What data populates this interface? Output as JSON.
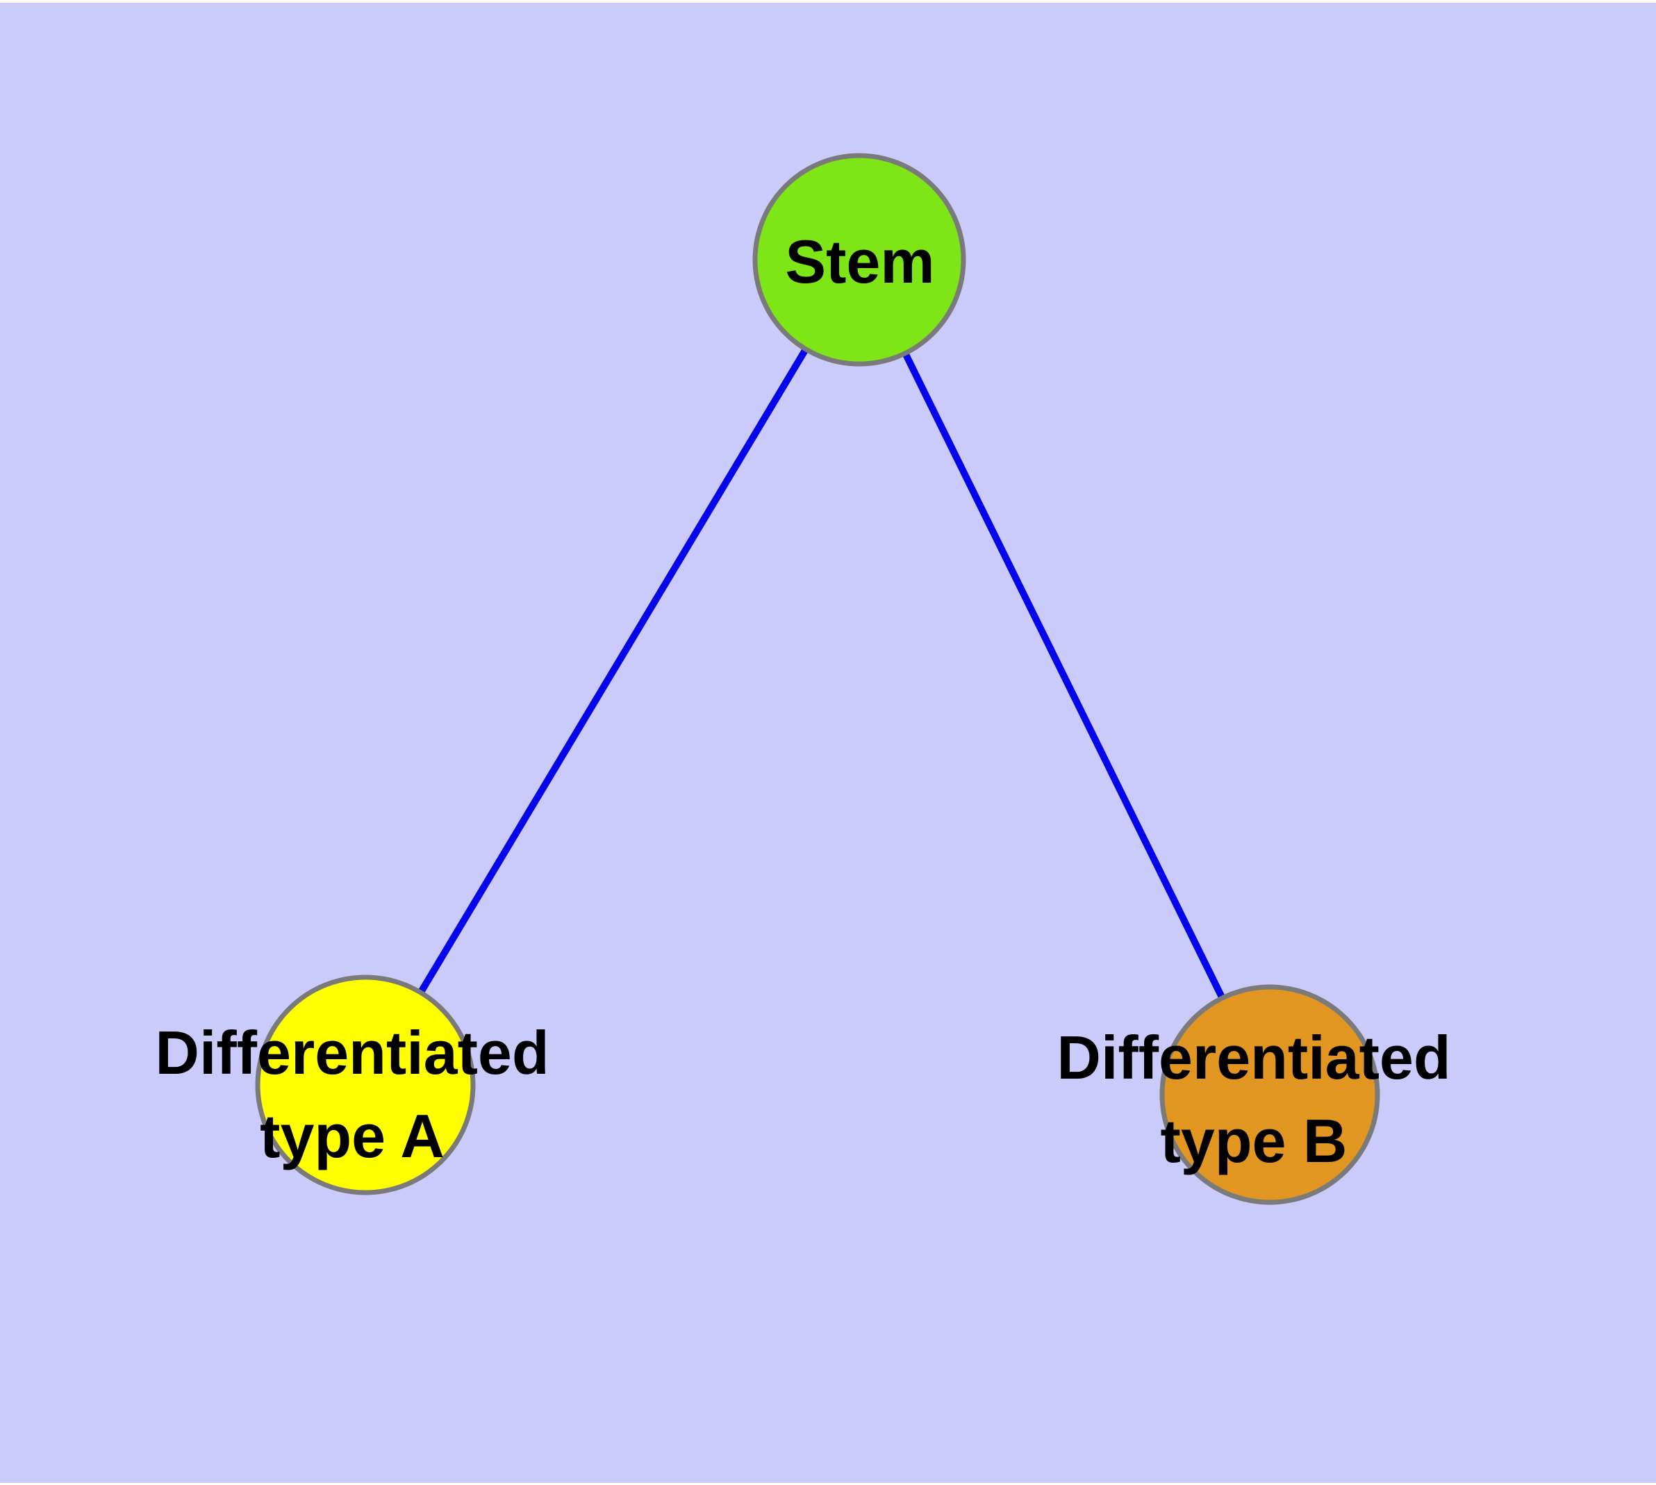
{
  "diagram": {
    "background_color": "#CBCBFB",
    "edge_color": "#0505EC",
    "node_border_color": "#7A7A7A",
    "text_color": "#000000",
    "nodes": [
      {
        "id": "stem",
        "label": "Stem",
        "color": "#7EE517"
      },
      {
        "id": "type-a",
        "label": "Differentiated\ntype A",
        "color": "#FFFF00"
      },
      {
        "id": "type-b",
        "label": "Differentiated\ntype B",
        "color": "#E09620"
      }
    ],
    "edges": [
      {
        "from": "Stem",
        "to": "Differentiated type A"
      },
      {
        "from": "Stem",
        "to": "Differentiated type B"
      }
    ]
  }
}
